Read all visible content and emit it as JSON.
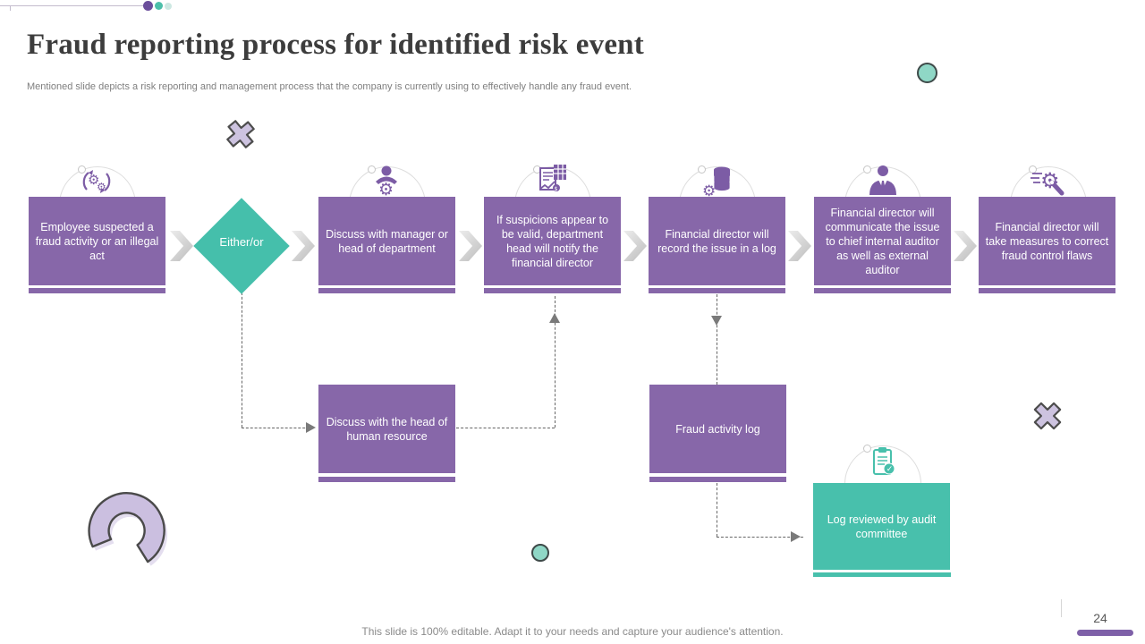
{
  "slide": {
    "title": "Fraud reporting process for identified risk event",
    "subtitle": "Mentioned slide depicts a risk reporting and management process that the company is currently using to effectively handle any fraud event.",
    "footer": "This slide is 100% editable. Adapt it to your needs and capture your audience's attention.",
    "page_number": "24"
  },
  "colors": {
    "purple": "#8767A9",
    "teal": "#48C0AC",
    "accent_dot_purple": "#6B4E9B",
    "accent_dot_teal": "#4CBFA9",
    "accent_dot_pale": "#CDE8E2",
    "connector_gray": "#666666"
  },
  "flow": {
    "decision_label": "Either/or",
    "steps": [
      {
        "label": "Employee suspected a fraud activity or an illegal act",
        "icon": "sync-gears-icon"
      },
      {
        "label": "Discuss with manager or head of department",
        "icon": "manager-gear-icon"
      },
      {
        "label": "If suspicions appear to be valid, department head will notify the financial director",
        "icon": "financial-report-icon"
      },
      {
        "label": "Financial director will record the issue in a log",
        "icon": "database-gear-icon"
      },
      {
        "label": "Financial director will communicate the issue to chief internal auditor as well as external auditor",
        "icon": "businessman-icon"
      },
      {
        "label": "Financial director will take measures to correct fraud control flaws",
        "icon": "gear-repair-icon"
      }
    ],
    "branches": [
      {
        "label": "Discuss with the head of human resource"
      },
      {
        "label": "Fraud activity log"
      },
      {
        "label": "Log reviewed by audit committee",
        "icon": "clipboard-check-icon"
      }
    ]
  }
}
